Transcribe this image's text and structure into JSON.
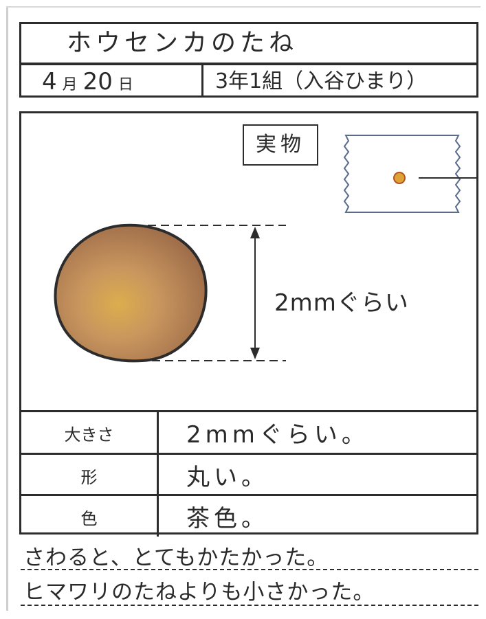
{
  "title": "ホウセンカのたね",
  "date": {
    "month": "4",
    "month_unit": "月",
    "day": "20",
    "day_unit": "日"
  },
  "class_info": "3年1組（入谷ひまり）",
  "real_size_label": "実物",
  "measurement_label": "2mmぐらい",
  "table": [
    {
      "label": "大きさ",
      "value": "2mmぐらい。"
    },
    {
      "label": "形",
      "value": "丸い。"
    },
    {
      "label": "色",
      "value": "茶色。"
    }
  ],
  "notes": [
    "さわると、とてもかたかった。",
    "ヒマワリのたねよりも小さかった。"
  ],
  "colors": {
    "seed_fill": "#c89760",
    "seed_outline": "#2c2c2c",
    "tape_outline": "#5a6b8c",
    "real_seed": "#e0a236"
  }
}
